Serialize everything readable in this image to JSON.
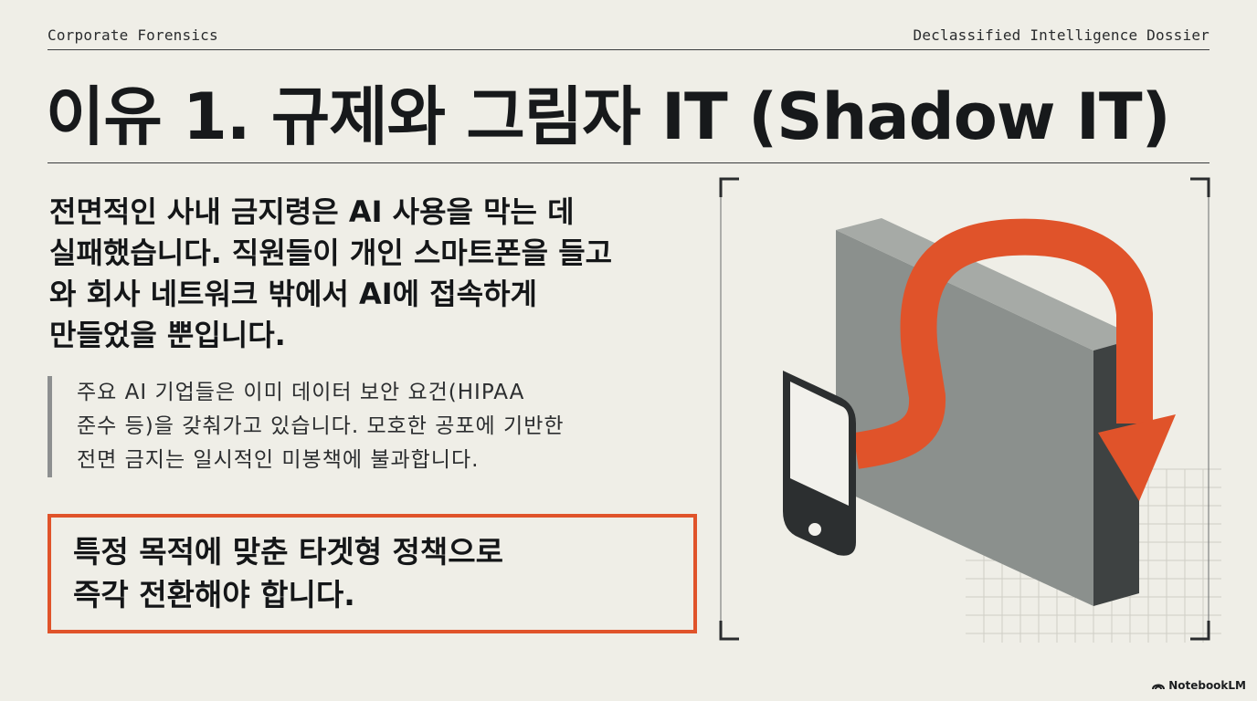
{
  "header": {
    "left_label": "Corporate Forensics",
    "right_label": "Declassified Intelligence Dossier"
  },
  "title": "이유 1. 규제와 그림자 IT (Shadow IT)",
  "lead_lines": [
    "전면적인 사내 금지령은 AI 사용을 막는 데",
    "실패했습니다. 직원들이 개인 스마트폰을 들고",
    "와 회사 네트워크 밖에서 AI에 접속하게",
    "만들었을 뿐입니다."
  ],
  "quote_lines": [
    "주요 AI 기업들은 이미 데이터 보안 요건(HIPAA",
    "준수 등)을 갖춰가고 있습니다. 모호한 공포에 기반한",
    "전면 금지는 일시적인 미봉책에 불과합니다."
  ],
  "callout_lines": [
    "특정 목적에 맞춘 타겟형 정책으로",
    "즉각 전환해야 합니다."
  ],
  "illustration": {
    "accent_color": "#e0532a",
    "icons": [
      "smartphone-icon",
      "firewall-wall",
      "bypass-arrow"
    ]
  },
  "brand": {
    "label": "NotebookLM",
    "icon": "notebooklm-logo-icon"
  }
}
